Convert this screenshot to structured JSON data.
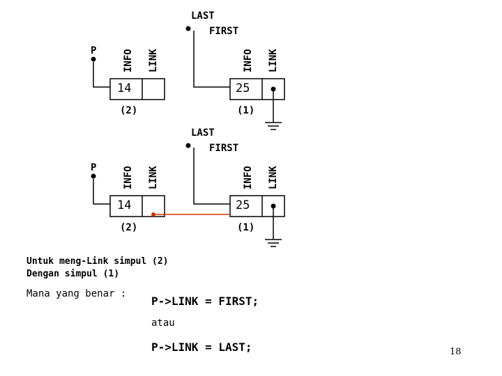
{
  "diagram_top": {
    "last_label": "LAST",
    "first_label": "FIRST",
    "p_label": "P",
    "node2": {
      "info_header": "INFO",
      "link_header": "LINK",
      "value": "14",
      "id_label": "(2)"
    },
    "node1": {
      "info_header": "INFO",
      "link_header": "LINK",
      "value": "25",
      "id_label": "(1)"
    }
  },
  "diagram_bottom": {
    "last_label": "LAST",
    "first_label": "FIRST",
    "p_label": "P",
    "node2": {
      "info_header": "INFO",
      "link_header": "LINK",
      "value": "14",
      "id_label": "(2)"
    },
    "node1": {
      "info_header": "INFO",
      "link_header": "LINK",
      "value": "25",
      "id_label": "(1)"
    },
    "new_link_color": "#cc3300"
  },
  "text": {
    "task_line1": "Untuk meng-Link simpul (2)",
    "task_line2": "Dengan simpul (1)",
    "question": "Mana yang benar :",
    "option1": "P->LINK = FIRST;",
    "or_word": "atau",
    "option2": "P->LINK = LAST;"
  },
  "page_number": "18"
}
